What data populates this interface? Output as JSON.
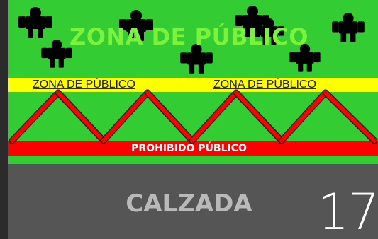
{
  "public_zone": {
    "title": "ZONA DE PÚBLICO",
    "band_label_left": "ZONA DE PÚBLICO",
    "band_label_right": "ZONA DE PÚBLICO"
  },
  "barrier": {
    "label": "PROHIBIDO PÚBLICO"
  },
  "road": {
    "label": "CALZADA"
  },
  "page_number": "17",
  "colors": {
    "grass": "#33cc33",
    "yellow_band": "#ffff00",
    "barrier_red": "#ff0000",
    "road_gray": "#555555",
    "figure_black": "#000000",
    "zone_title_green": "#7cf23a"
  },
  "icons": {
    "spectator": "person-silhouette-icon"
  }
}
